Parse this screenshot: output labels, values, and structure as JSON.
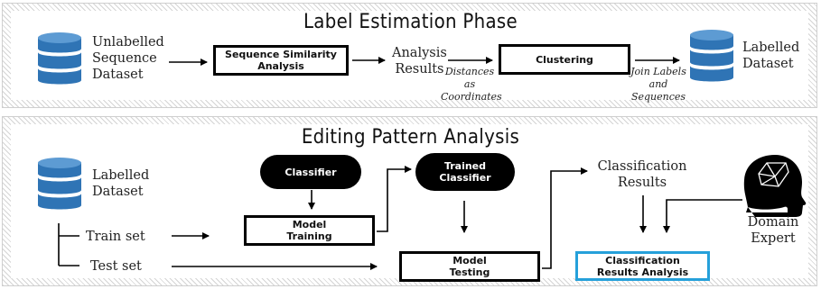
{
  "phase1": {
    "title": "Label Estimation Phase",
    "unlabelled_lines": [
      "Unlabelled",
      "Sequence",
      "Dataset"
    ],
    "seq_sim_lines": [
      "Sequence Similarity",
      "Analysis"
    ],
    "analysis_results_lines": [
      "Analysis",
      "Results"
    ],
    "distances_lines": [
      "Distances",
      "as",
      "Coordinates"
    ],
    "clustering": "Clustering",
    "join_lines": [
      "Join Labels",
      "and",
      "Sequences"
    ],
    "labelled_lines": [
      "Labelled",
      "Dataset"
    ]
  },
  "phase2": {
    "title": "Editing Pattern Analysis",
    "labelled_lines": [
      "Labelled",
      "Dataset"
    ],
    "train_set": "Train set",
    "test_set": "Test set",
    "classifier": "Classifier",
    "model_training_lines": [
      "Model",
      "Training"
    ],
    "trained_classifier_lines": [
      "Trained",
      "Classifier"
    ],
    "model_testing_lines": [
      "Model",
      "Testing"
    ],
    "classification_results_lines": [
      "Classification",
      "Results"
    ],
    "cra_lines": [
      "Classification",
      "Results Analysis"
    ],
    "domain_expert_lines": [
      "Domain",
      "Expert"
    ]
  },
  "colors": {
    "database": "#2f74b5",
    "highlight_box": "#25a0da"
  },
  "icons": [
    "database-icon",
    "domain-expert-head-icon"
  ]
}
